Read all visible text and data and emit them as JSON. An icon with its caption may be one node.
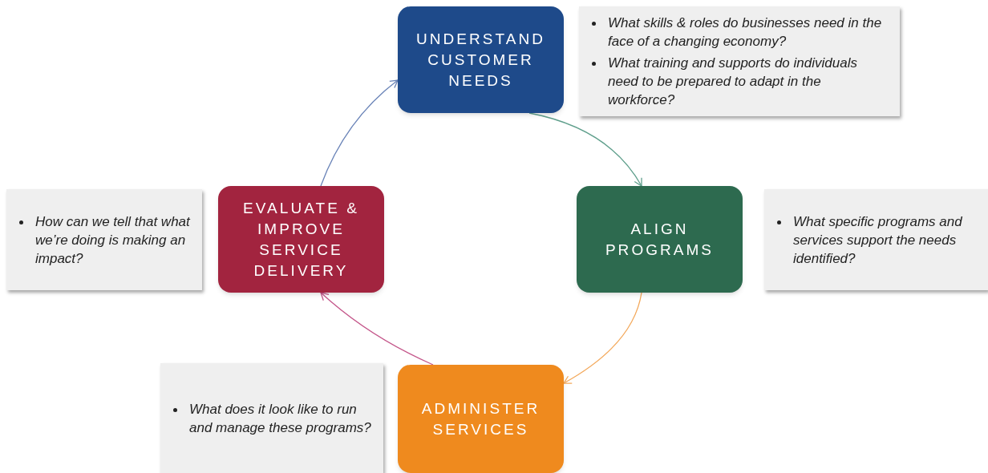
{
  "diagram": {
    "nodes": [
      {
        "text": [
          "UNDERSTAND CUSTOMER NEEDS"
        ]
      },
      {
        "text": [
          "What skills & roles do businesses need in the face of a changing economy?",
          "What training and supports do individuals need to be prepared to adapt in the workforce?"
        ]
      },
      {
        "text": [
          "How can we tell that what we’re doing is making an impact?"
        ]
      },
      {
        "text": [
          "EVALUATE & IMPROVE SERVICE DELIVERY"
        ]
      },
      {
        "text": [
          "ALIGN PROGRAMS"
        ]
      },
      {
        "text": [
          "What specific programs and services support the needs identified?"
        ]
      },
      {
        "text": [
          "What does it look like to run and manage these programs?"
        ]
      },
      {
        "text": [
          "ADMINISTER SERVICES"
        ]
      }
    ],
    "edges": [
      {
        "from": 0,
        "to": 4,
        "arrow": "to",
        "color": "#5f9f8c"
      },
      {
        "from": 4,
        "to": 7,
        "arrow": "to",
        "color": "#f3a85a"
      },
      {
        "from": 7,
        "to": 3,
        "arrow": "to",
        "color": "#c4568a"
      },
      {
        "from": 3,
        "to": 0,
        "arrow": "to",
        "color": "#6a84b8"
      }
    ]
  }
}
